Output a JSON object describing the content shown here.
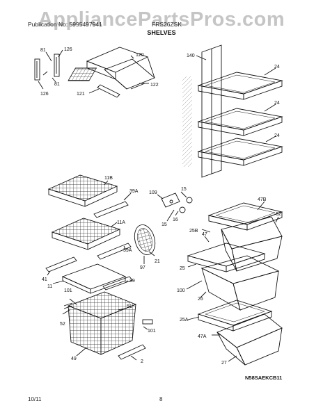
{
  "watermark": "AppliancePartsPros.com",
  "header": {
    "publication_left": "Publication No: 5995497941",
    "model_right": "FRS26ZSK",
    "section_title": "SHELVES"
  },
  "callouts": {
    "c81a": "81",
    "c126a": "126",
    "c81b": "81",
    "c126b": "126",
    "c120": "120",
    "c121": "121",
    "c122": "122",
    "c140": "140",
    "c24a": "24",
    "c24b": "24",
    "c24c": "24",
    "c11B": "11B",
    "c39Aa": "39A",
    "c11A": "11A",
    "c39Ab": "39A",
    "c109": "109",
    "c15a": "15",
    "c15b": "15",
    "c16": "16",
    "c97": "97",
    "c21": "21",
    "c47B": "47B",
    "c62": "62",
    "c25B": "25B",
    "c47": "47",
    "c25": "25",
    "c100": "100",
    "c26": "26",
    "c25A": "25A",
    "c47A": "47A",
    "c27": "27",
    "c41": "41",
    "c11": "11",
    "c39": "39",
    "c101a": "101",
    "c51": "51",
    "c52": "52",
    "c101b": "101",
    "c49": "49",
    "c2": "2"
  },
  "diagram_code": "N58SAEKCB11",
  "footer": {
    "date": "10/11",
    "page": "8"
  }
}
